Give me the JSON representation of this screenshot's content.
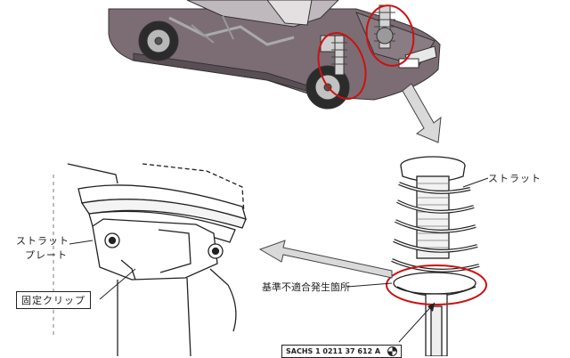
{
  "labels": {
    "strut": "ストラット",
    "strut_plate_line1": "ストラット",
    "strut_plate_line2": "プレート",
    "fixing_clip": "固定クリップ",
    "defect_location": "基準不適合発生箇所",
    "part_number": "SACHS 1 0211 37 612 A"
  },
  "colors": {
    "highlight_circle": "#cc1111",
    "arrow_fill": "#d9d9d9",
    "line": "#222222",
    "car_body": "#6e5f66"
  },
  "icons": {
    "brand_logo": "bmw-roundel-icon"
  }
}
